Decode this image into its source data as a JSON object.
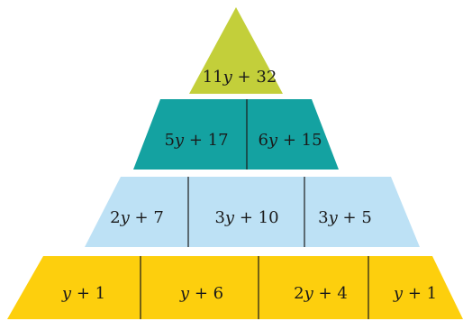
{
  "pyramid": {
    "colors": {
      "top": "#c3cf3a",
      "second": "#14a2a1",
      "third": "#bde1f5",
      "bottom": "#fdcf0d",
      "divider": "#1a1a1a"
    },
    "rows": [
      {
        "cells": [
          {
            "expr": "11y + 32"
          }
        ]
      },
      {
        "cells": [
          {
            "expr": "5y + 17"
          },
          {
            "expr": "6y + 15"
          }
        ]
      },
      {
        "cells": [
          {
            "expr": "2y + 7"
          },
          {
            "expr": "3y + 10"
          },
          {
            "expr": "3y + 5"
          }
        ]
      },
      {
        "cells": [
          {
            "expr": "y + 1"
          },
          {
            "expr": "y + 6"
          },
          {
            "expr": "2y + 4"
          },
          {
            "expr": "y + 1"
          }
        ]
      }
    ]
  }
}
